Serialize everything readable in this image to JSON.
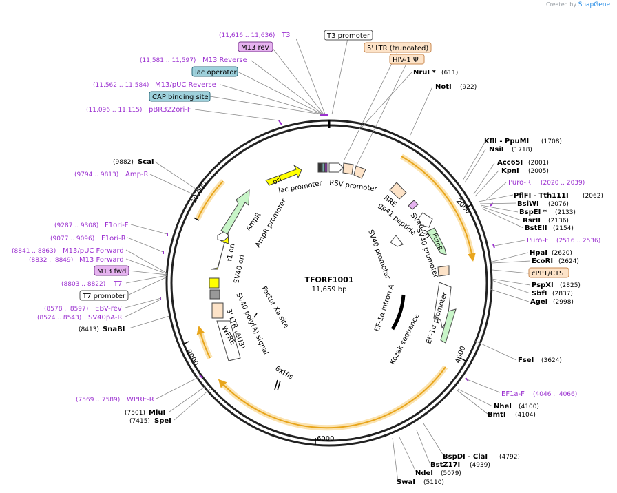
{
  "credit": {
    "prefix": "Created by",
    "brand": "SnapGene"
  },
  "plasmid": {
    "name": "TFORF1001",
    "size": "11,659 bp"
  },
  "ticks": [
    "2000",
    "4000",
    "6000",
    "8000",
    "10,000"
  ],
  "site_labels": [
    {
      "name": "NruI *",
      "pos": "(611)"
    },
    {
      "name": "NotI",
      "pos": "(922)"
    },
    {
      "name": "KflI - PpuMI",
      "pos": "(1708)"
    },
    {
      "name": "NsiI",
      "pos": "(1718)"
    },
    {
      "name": "Acc65I",
      "pos": "(2001)"
    },
    {
      "name": "KpnI",
      "pos": "(2005)"
    },
    {
      "name": "PflFI - Tth111I",
      "pos": "(2062)"
    },
    {
      "name": "BsiWI",
      "pos": "(2076)"
    },
    {
      "name": "BspEI *",
      "pos": "(2133)"
    },
    {
      "name": "RsrII",
      "pos": "(2136)"
    },
    {
      "name": "BstEII",
      "pos": "(2154)"
    },
    {
      "name": "HpaI",
      "pos": "(2620)"
    },
    {
      "name": "EcoRI",
      "pos": "(2624)"
    },
    {
      "name": "PspXI",
      "pos": "(2825)"
    },
    {
      "name": "SbfI",
      "pos": "(2837)"
    },
    {
      "name": "AgeI",
      "pos": "(2998)"
    },
    {
      "name": "FseI",
      "pos": "(3624)"
    },
    {
      "name": "NheI",
      "pos": "(4100)"
    },
    {
      "name": "BmtI",
      "pos": "(4104)"
    },
    {
      "name": "BspDI - ClaI",
      "pos": "(4792)"
    },
    {
      "name": "BstZ17I",
      "pos": "(4939)"
    },
    {
      "name": "NdeI",
      "pos": "(5079)"
    },
    {
      "name": "SwaI",
      "pos": "(5110)"
    },
    {
      "name": "SnaBI",
      "pos": "(8413)"
    },
    {
      "name": "SpeI",
      "pos": "(7415)"
    },
    {
      "name": "MluI",
      "pos": "(7501)"
    },
    {
      "name": "ScaI",
      "pos": "(9882)"
    }
  ],
  "primer_labels": [
    {
      "name": "T3",
      "pos": "(11,616 .. 11,636)"
    },
    {
      "name": "M13 Reverse",
      "pos": "(11,581 .. 11,597)"
    },
    {
      "name": "M13/pUC Reverse",
      "pos": "(11,562 .. 11,584)"
    },
    {
      "name": "pBR322ori-F",
      "pos": "(11,096 .. 11,115)"
    },
    {
      "name": "Amp-R",
      "pos": "(9794 .. 9813)"
    },
    {
      "name": "F1ori-F",
      "pos": "(9287 .. 9308)"
    },
    {
      "name": "F1ori-R",
      "pos": "(9077 .. 9096)"
    },
    {
      "name": "M13/pUC Forward",
      "pos": "(8841 .. 8863)"
    },
    {
      "name": "M13 Forward",
      "pos": "(8832 .. 8849)"
    },
    {
      "name": "T7",
      "pos": "(8803 .. 8822)"
    },
    {
      "name": "EBV-rev",
      "pos": "(8578 .. 8597)"
    },
    {
      "name": "SV40pA-R",
      "pos": "(8524 .. 8543)"
    },
    {
      "name": "WPRE-R",
      "pos": "(7569 .. 7589)"
    },
    {
      "name": "Puro-R",
      "pos": "(2020 .. 2039)"
    },
    {
      "name": "Puro-F",
      "pos": "(2516 .. 2536)"
    },
    {
      "name": "EF1a-F",
      "pos": "(4046 .. 4066)"
    }
  ],
  "boxed_labels": [
    {
      "text": "T3 promoter",
      "fill": "#ffffff",
      "stroke": "#555555"
    },
    {
      "text": "5' LTR (truncated)",
      "fill": "#fde3c8",
      "stroke": "#c9884f"
    },
    {
      "text": "HIV-1 Ψ",
      "fill": "#fde3c8",
      "stroke": "#c9884f"
    },
    {
      "text": "M13 rev",
      "fill": "#e6b3f0",
      "stroke": "#7a3a8e"
    },
    {
      "text": "lac operator",
      "fill": "#9ed1dc",
      "stroke": "#2d6a7a"
    },
    {
      "text": "CAP binding site",
      "fill": "#9ed1dc",
      "stroke": "#2d6a7a"
    },
    {
      "text": "M13 fwd",
      "fill": "#e6b3f0",
      "stroke": "#7a3a8e"
    },
    {
      "text": "T7 promoter",
      "fill": "#ffffff",
      "stroke": "#555555"
    },
    {
      "text": "cPPT/CTS",
      "fill": "#fde3c8",
      "stroke": "#c9884f"
    }
  ],
  "features": [
    {
      "label": "ori",
      "color": "#ffff00"
    },
    {
      "label": "lac promoter",
      "color": "#ffffff"
    },
    {
      "label": "RSV promoter",
      "color": "#ffffff"
    },
    {
      "label": "RRE",
      "color": "#fde3c8"
    },
    {
      "label": "gp41 peptide",
      "color": "#e6b3f0"
    },
    {
      "label": "SV40 ori",
      "color": "#ffffff"
    },
    {
      "label": "PuroR",
      "color": "#c8f5c8"
    },
    {
      "label": "SV40 promoter",
      "color": "#ffffff"
    },
    {
      "label": "SV40 promoter",
      "color": "#ffffff"
    },
    {
      "label": "EF-1α intron A",
      "color": "#000000"
    },
    {
      "label": "EF-1α promoter",
      "color": "#ffffff"
    },
    {
      "label": "Kozak sequence",
      "color": "#ffffff"
    },
    {
      "label": "6xHis",
      "color": "#ffffff"
    },
    {
      "label": "Factor Xa site",
      "color": "#ffffff"
    },
    {
      "label": "WPRE",
      "color": "#ffffff"
    },
    {
      "label": "3' LTR (ΔU3)",
      "color": "#fde3c8"
    },
    {
      "label": "SV40 poly(A) signal",
      "color": "#999999"
    },
    {
      "label": "SV40 ori",
      "color": "#ffff00"
    },
    {
      "label": "f1 ori",
      "color": "#ffff00"
    },
    {
      "label": "AmpR promoter",
      "color": "#ffffff"
    },
    {
      "label": "AmpR",
      "color": "#c8f5c8"
    }
  ],
  "colors": {
    "orf_arrow": "#e8a51c",
    "orf_halo": "#fbe3b0",
    "primer": "#9b30d0",
    "backbone": "#000000"
  }
}
